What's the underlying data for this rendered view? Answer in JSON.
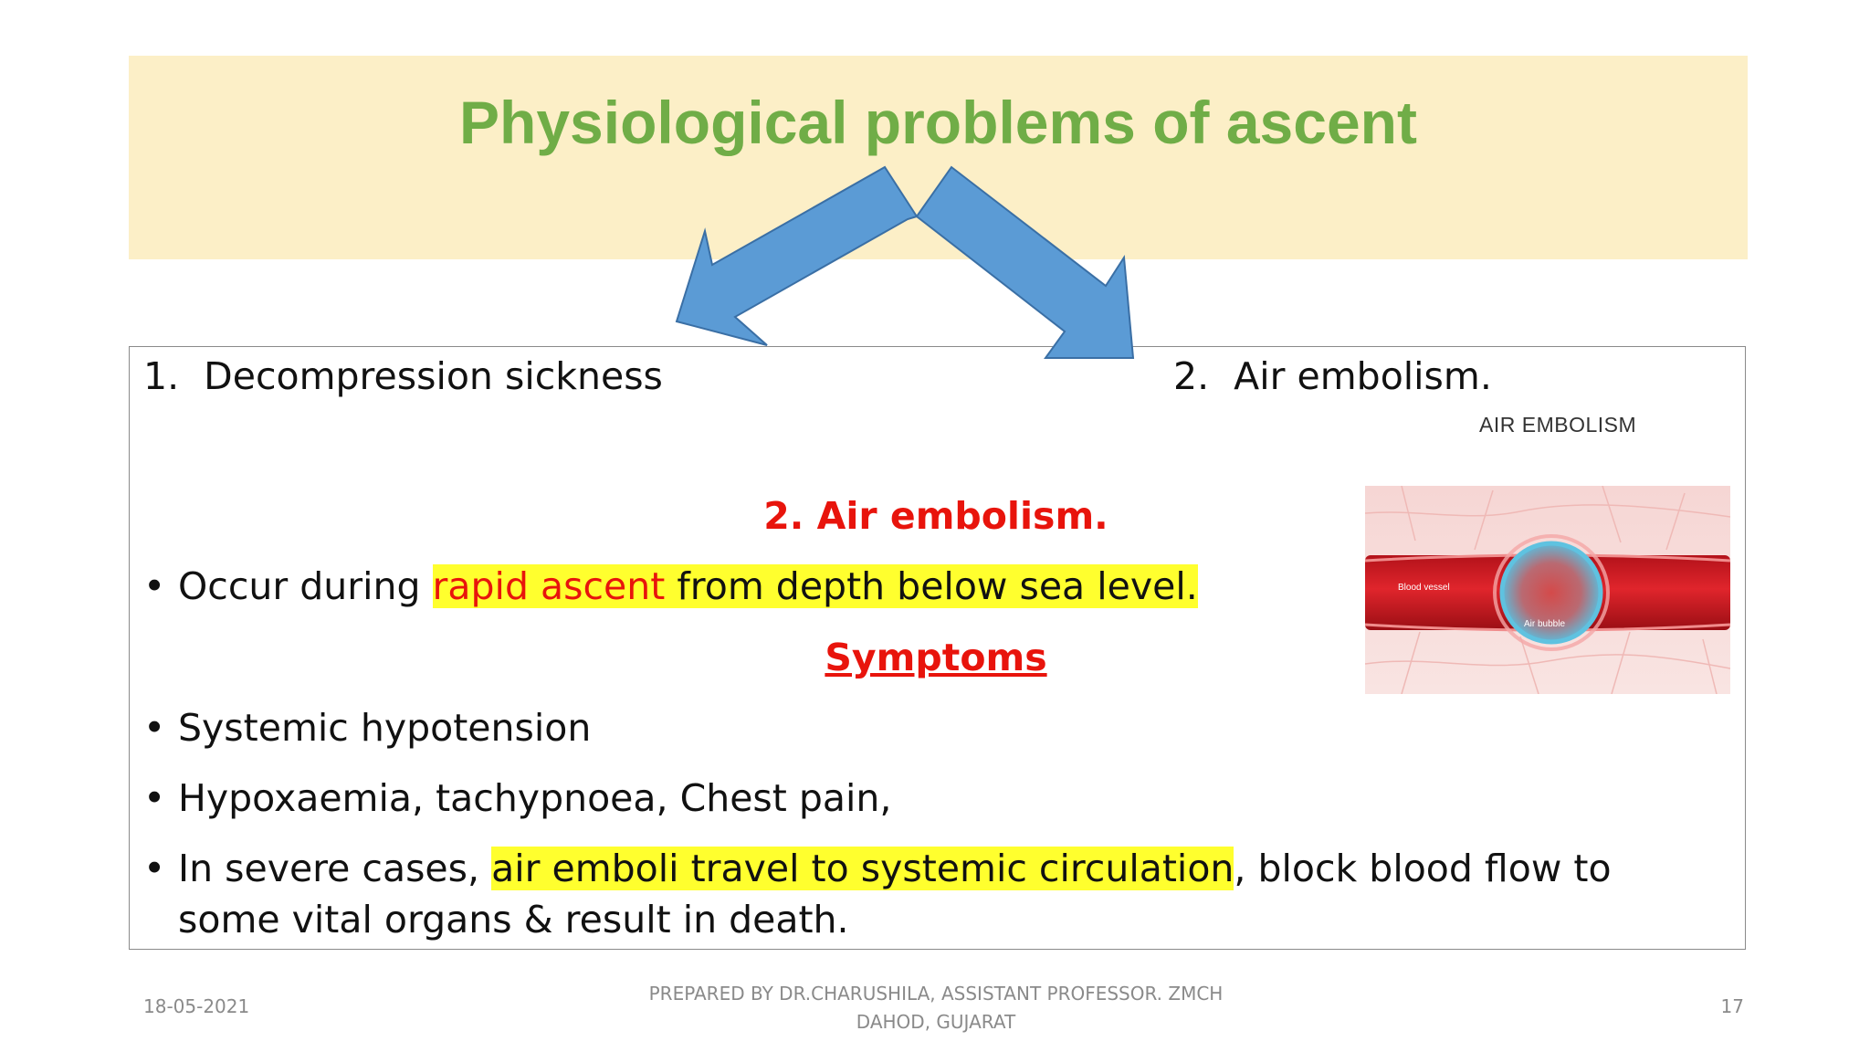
{
  "slide": {
    "title": "Physiological problems of ascent",
    "items": [
      {
        "number": "1.",
        "label": "Decompression sickness"
      },
      {
        "number": "2.",
        "label": "Air embolism."
      }
    ],
    "section_heading": "2.  Air embolism.",
    "occur_bullet": {
      "lead": "Occur during ",
      "highlight_red": "rapid ascent",
      "highlight_rest": " from  depth below  sea level. "
    },
    "symptoms_heading": "Symptoms",
    "symptoms": [
      "Systemic hypotension",
      "Hypoxaemia, tachypnoea, Chest pain,"
    ],
    "severe_bullet": {
      "lead": "In severe cases, ",
      "highlight": "air emboli travel to  systemic circulation",
      "rest": ", block blood flow to",
      "continuation": "some vital organs & result in death."
    },
    "image": {
      "caption": "AIR EMBOLISM",
      "label_vessel": "Blood vessel",
      "label_bubble": "Air bubble"
    },
    "footer": {
      "date": "18-05-2021",
      "credit_line1": "PREPARED BY DR.CHARUSHILA, ASSISTANT PROFESSOR. ZMCH",
      "credit_line2": "DAHOD, GUJARAT",
      "page": "17"
    }
  },
  "colors": {
    "title_green": "#70ad47",
    "title_band": "#fcefc7",
    "arrow_blue": "#5b9bd5",
    "accent_red": "#e8140c",
    "highlight_yellow": "#ffff2e"
  },
  "bullet_glyph": "•"
}
